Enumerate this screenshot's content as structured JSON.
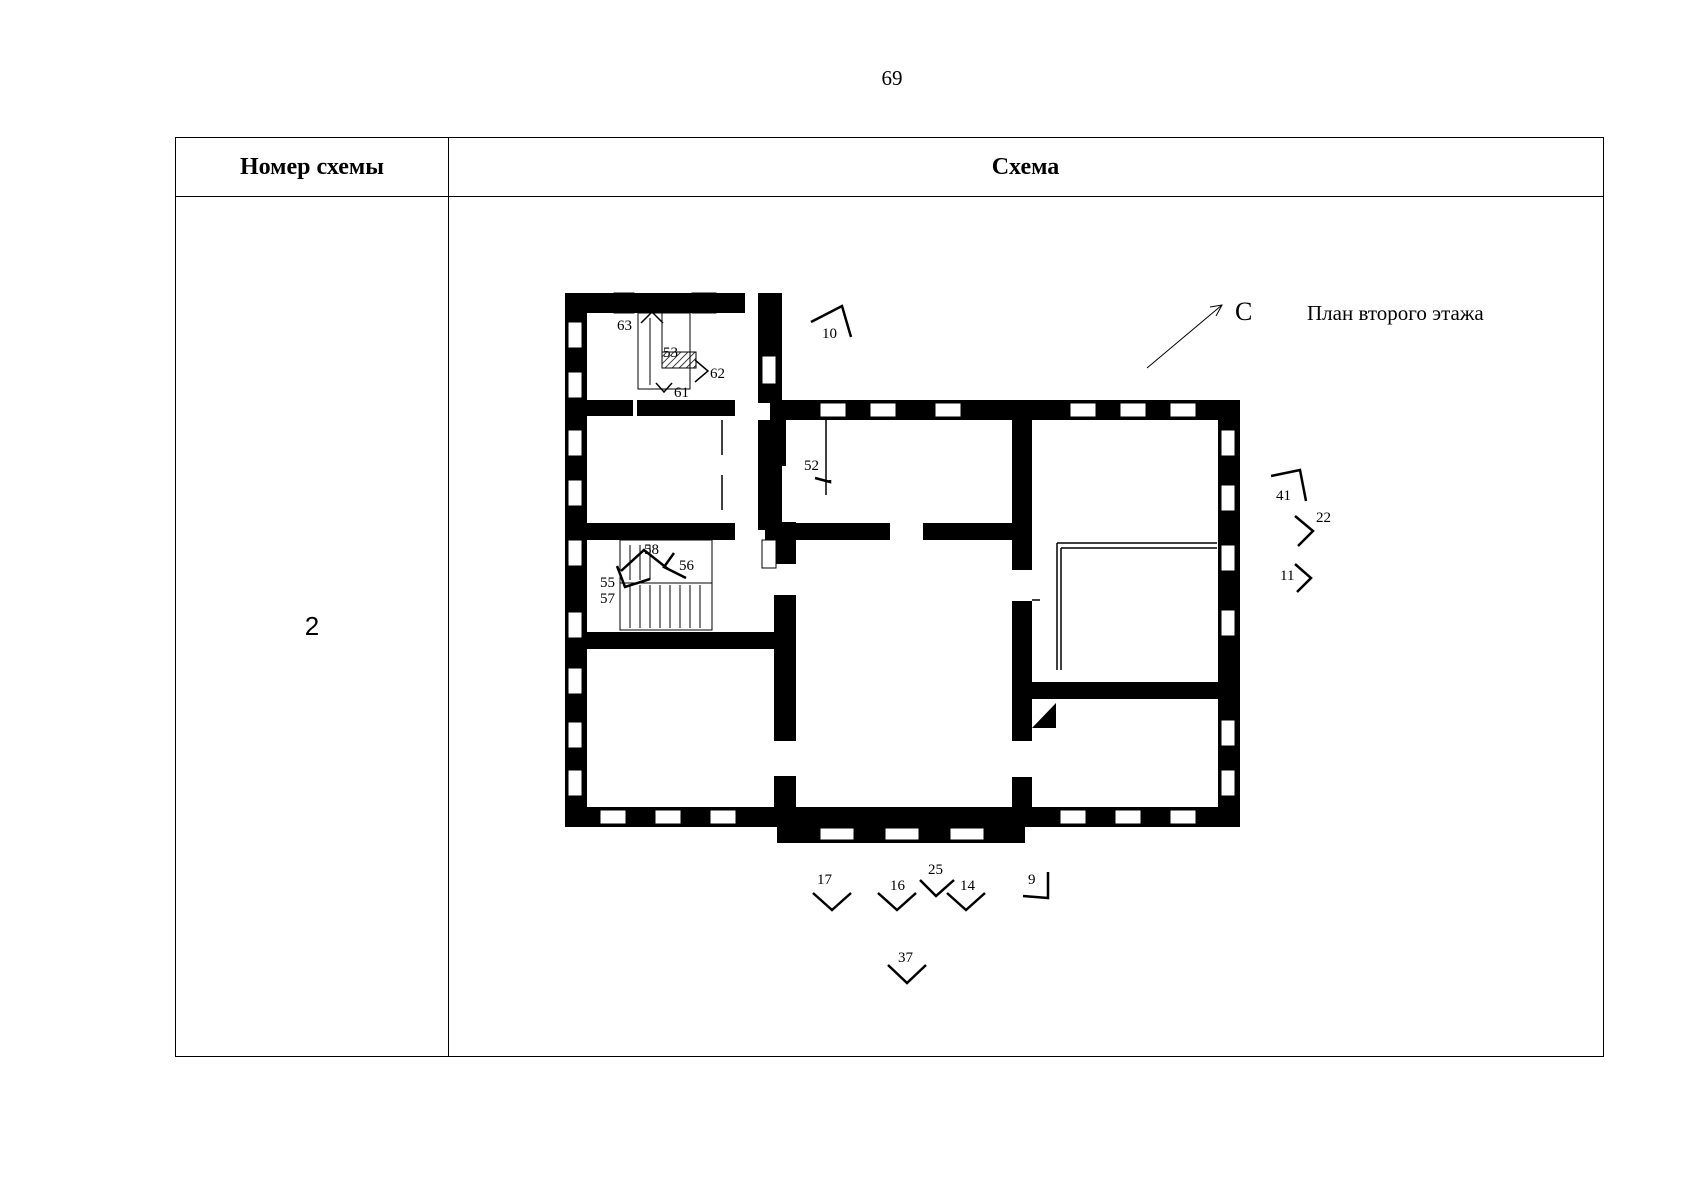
{
  "page_number": "69",
  "table": {
    "header_number": "Номер схемы",
    "header_scheme": "Схема",
    "row_number": "2"
  },
  "plan": {
    "title": "План второго этажа",
    "north_label": "С",
    "view_marks": [
      "63",
      "53",
      "62",
      "61",
      "10",
      "52",
      "58",
      "56",
      "55",
      "57",
      "41",
      "22",
      "11",
      "17",
      "16",
      "25",
      "14",
      "9",
      "37"
    ]
  }
}
